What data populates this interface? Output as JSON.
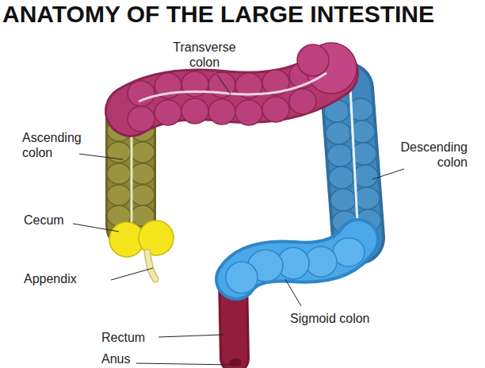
{
  "diagram": {
    "title": "ANATOMY OF THE LARGE INTESTINE",
    "labels": [
      "Transverse colon",
      "Ascending colon",
      "Descending colon",
      "Cecum",
      "Appendix",
      "Sigmoid colon",
      "Rectum",
      "Anus"
    ]
  }
}
